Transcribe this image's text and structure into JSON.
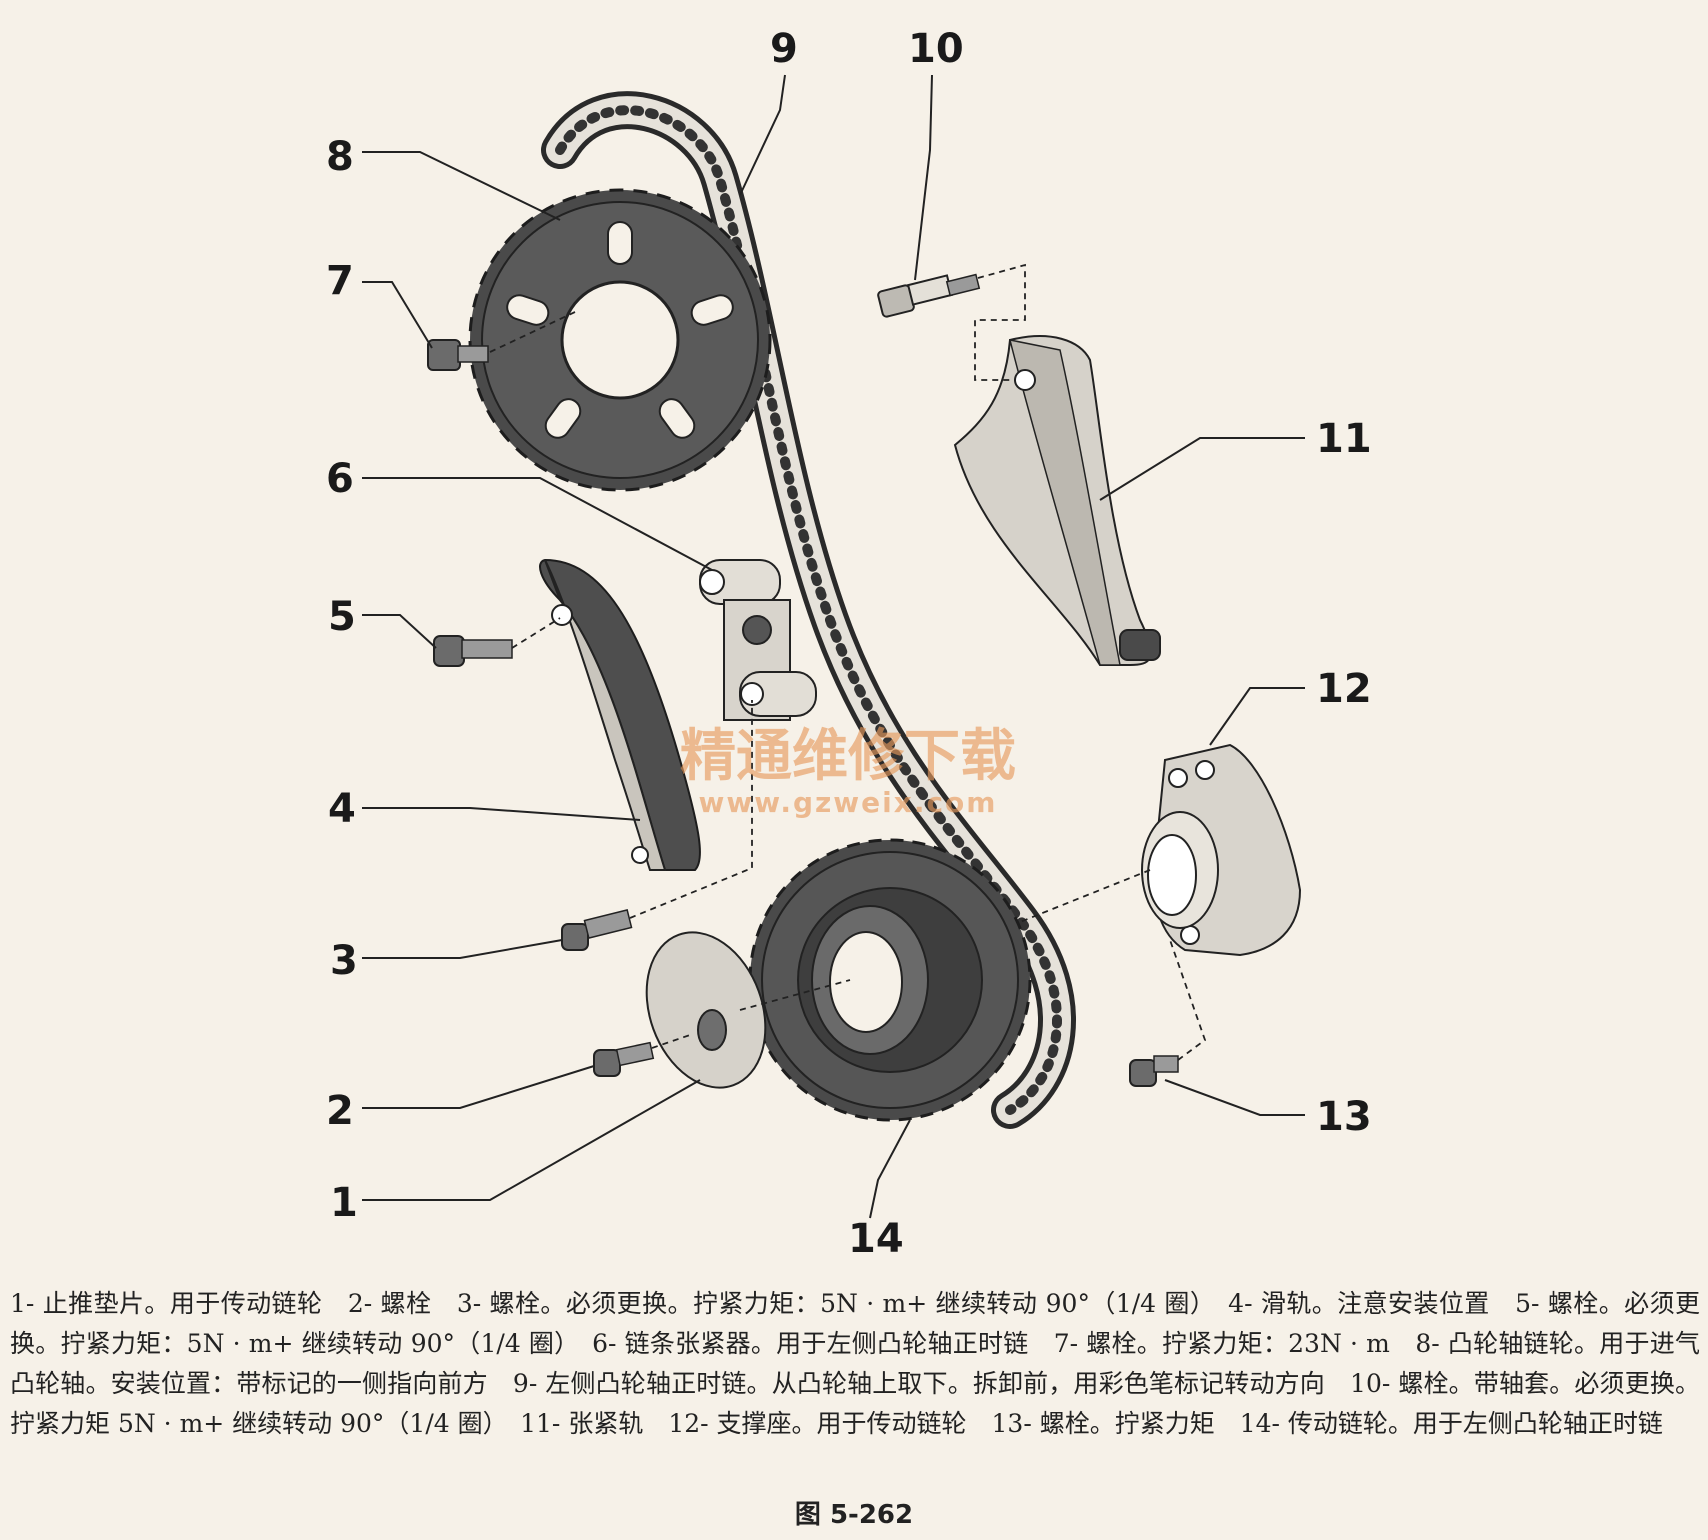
{
  "callouts": {
    "n1": "1",
    "n2": "2",
    "n3": "3",
    "n4": "4",
    "n5": "5",
    "n6": "6",
    "n7": "7",
    "n8": "8",
    "n9": "9",
    "n10": "10",
    "n11": "11",
    "n12": "12",
    "n13": "13",
    "n14": "14"
  },
  "watermark": {
    "title": "精通维修下载",
    "url": "www.gzweix.com",
    "color": "#e79a5c"
  },
  "caption": "1- 止推垫片。用于传动链轮　2- 螺栓　3- 螺栓。必须更换。拧紧力矩：5N · m+ 继续转动 90°（1/4 圈）　4- 滑轨。注意安装位置　5- 螺栓。必须更换。拧紧力矩：5N · m+ 继续转动 90°（1/4 圈）　6- 链条张紧器。用于左侧凸轮轴正时链　7- 螺栓。拧紧力矩：23N · m　8- 凸轮轴链轮。用于进气凸轮轴。安装位置：带标记的一侧指向前方　9- 左侧凸轮轴正时链。从凸轮轴上取下。拆卸前，用彩色笔标记转动方向　10- 螺栓。带轴套。必须更换。拧紧力矩 5N · m+ 继续转动 90°（1/4 圈）　11- 张紧轨　12- 支撑座。用于传动链轮　13- 螺栓。拧紧力矩　14- 传动链轮。用于左侧凸轮轴正时链",
  "figure_title": "图 5-262",
  "colors": {
    "background": "#f6f1e8",
    "part_dark": "#4a4a4a",
    "part_mid": "#8a8a8a",
    "part_light": "#d3d0cb"
  }
}
